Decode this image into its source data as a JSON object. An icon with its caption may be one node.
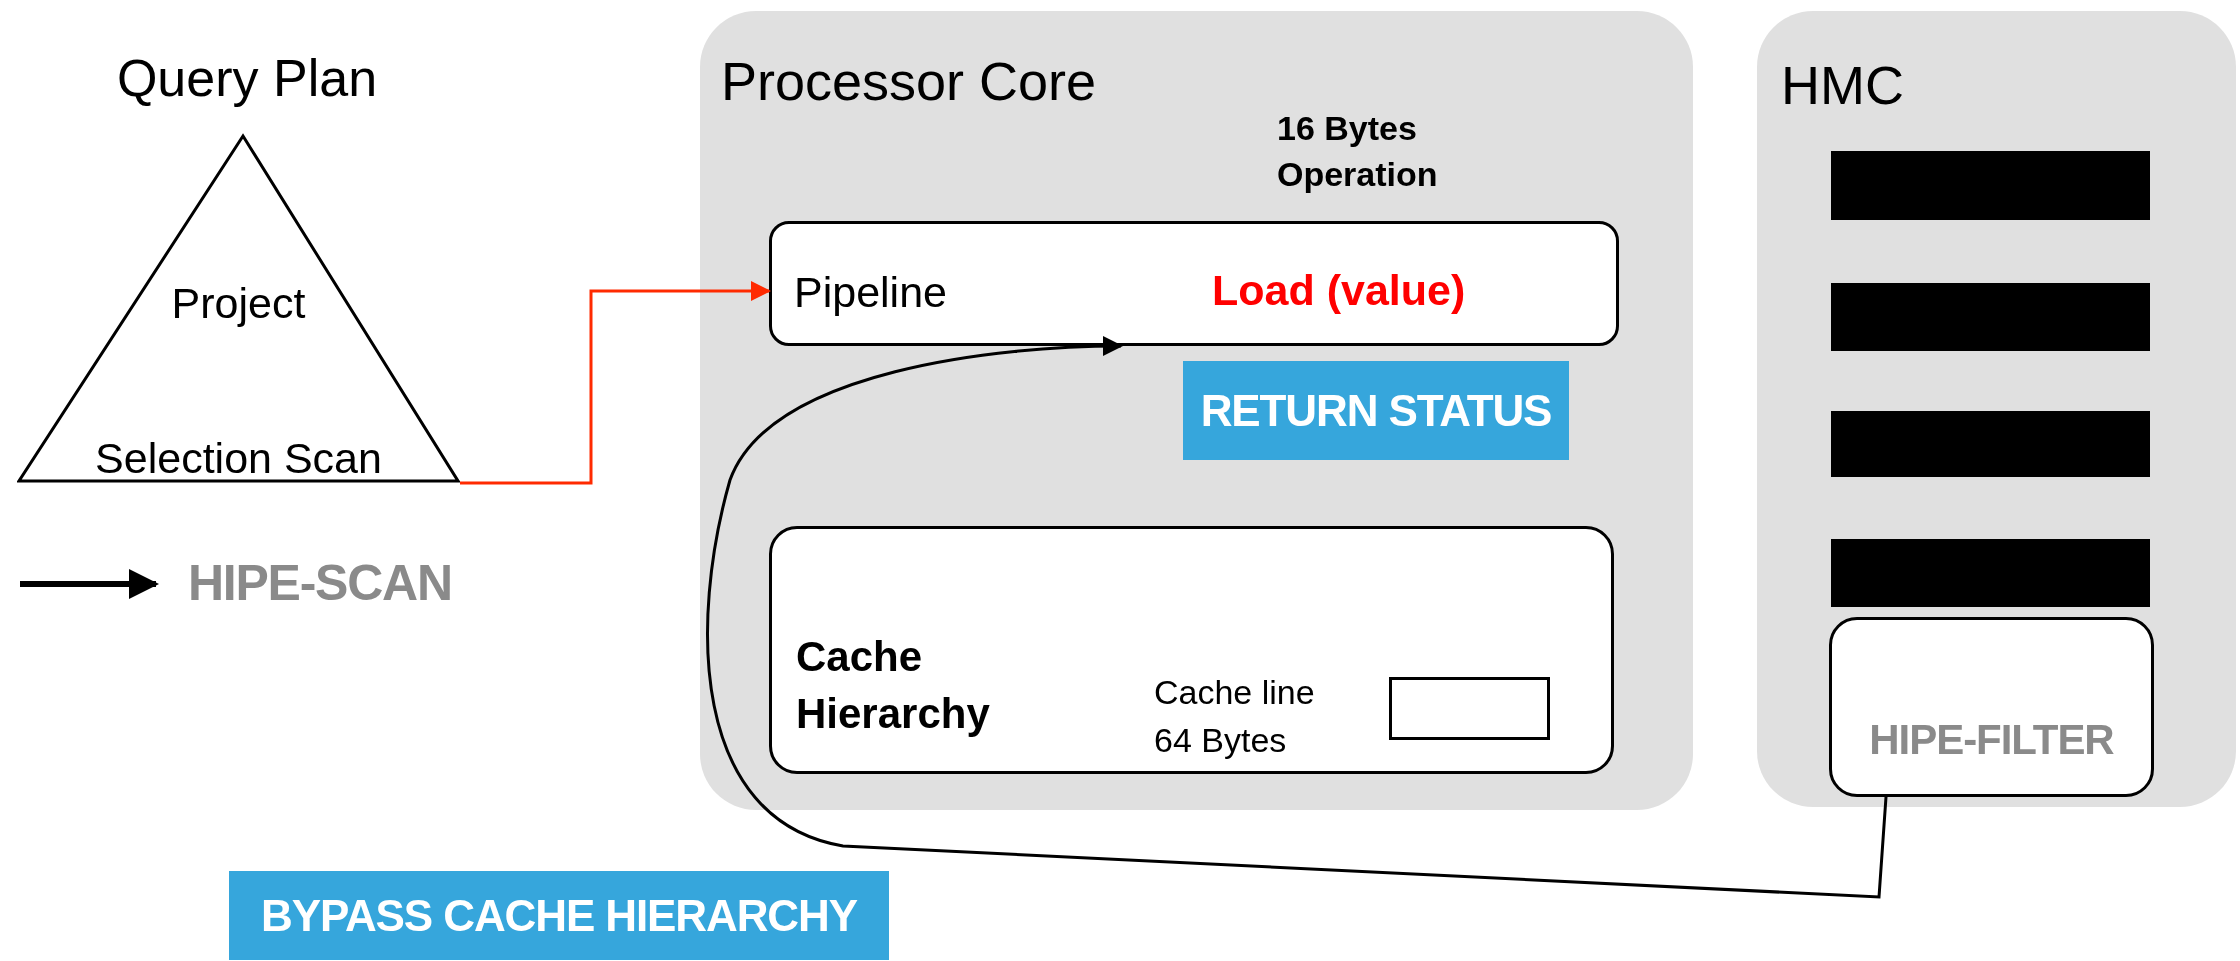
{
  "diagram": {
    "nodes": [
      {
        "text": [
          "Query Plan",
          "Project",
          "Selection Scan"
        ]
      },
      {
        "text": [
          "Processor Core"
        ]
      },
      {
        "text": [
          "Pipeline",
          "Load (value)"
        ],
        "in": 1,
        "beside": [
          "16 Bytes Operation"
        ]
      },
      {
        "text": [
          "RETURN STATUS"
        ],
        "in": 1
      },
      {
        "text": [
          "Cache Hierarchy",
          "Cache line 64 Bytes"
        ],
        "in": 1
      },
      {
        "text": [],
        "shape": "box",
        "in": 4
      },
      {
        "text": [
          "HMC"
        ]
      },
      {
        "text": [],
        "shape": "bar",
        "in": 6
      },
      {
        "text": [],
        "shape": "bar",
        "in": 6
      },
      {
        "text": [],
        "shape": "bar",
        "in": 6
      },
      {
        "text": [],
        "shape": "bar",
        "in": 6
      },
      {
        "text": [
          "HIPE-FILTER"
        ],
        "in": 6
      },
      {
        "text": [
          "BYPASS CACHE HIERARCHY"
        ]
      }
    ],
    "edges": [
      {
        "from": 0,
        "to": 2,
        "arrow": "to",
        "color": "#ff2a00"
      },
      {
        "from": 11,
        "to": 2,
        "arrow": "to",
        "color": "#000000"
      }
    ],
    "legend": [
      {
        "text": "HIPE-SCAN"
      }
    ]
  }
}
